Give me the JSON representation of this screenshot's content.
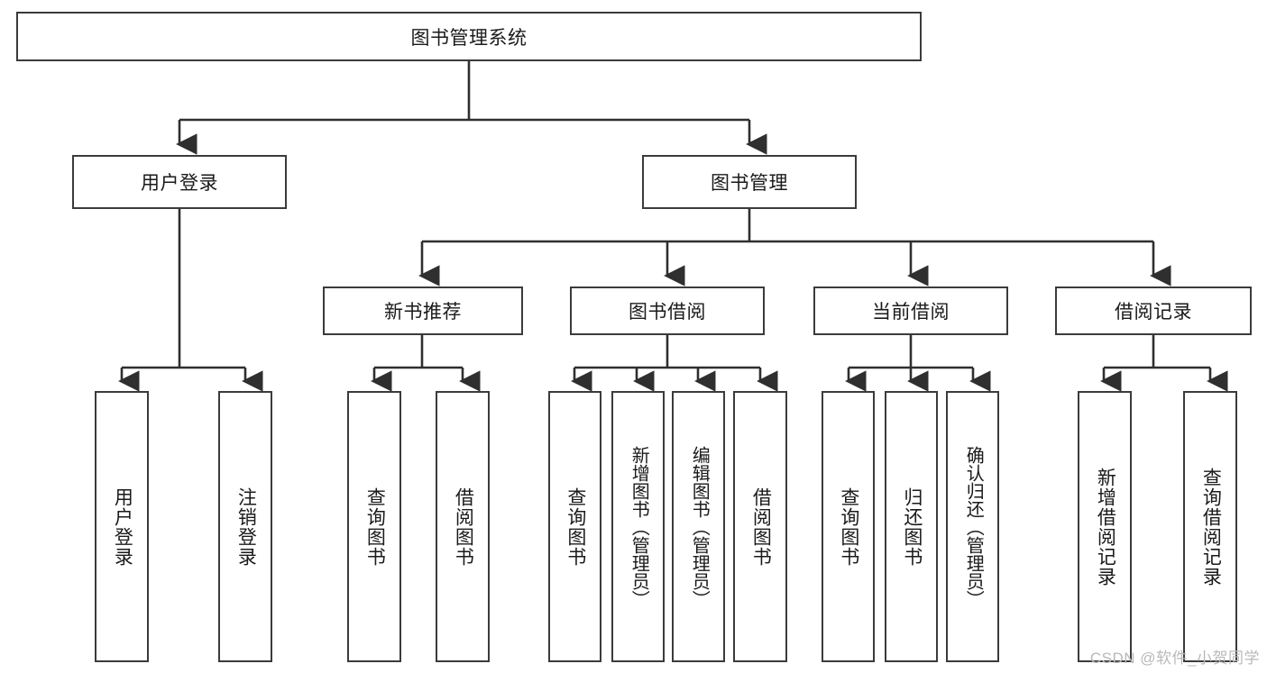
{
  "diagram": {
    "type": "tree",
    "title": "图书管理系统",
    "watermark": "CSDN @软件_小贺同学",
    "colors": {
      "box_stroke": "#3b3b3b",
      "box_fill": "#ffffff",
      "connector": "#2f2f2f",
      "text": "#1a1a1a",
      "watermark": "#b9b9b9"
    },
    "nodes": {
      "root": {
        "label": "图书管理系统"
      },
      "level2": [
        {
          "label": "用户登录"
        },
        {
          "label": "图书管理"
        }
      ],
      "level3": [
        {
          "label": "新书推荐"
        },
        {
          "label": "图书借阅"
        },
        {
          "label": "当前借阅"
        },
        {
          "label": "借阅记录"
        }
      ],
      "login_children": [
        {
          "label": "用户登录"
        },
        {
          "label": "注销登录"
        }
      ],
      "recommend_children": [
        {
          "label": "查询图书"
        },
        {
          "label": "借阅图书"
        }
      ],
      "borrow_children": [
        {
          "label": "查询图书"
        },
        {
          "label": "新增图书（管理员）"
        },
        {
          "label": "编辑图书（管理员）"
        },
        {
          "label": "借阅图书"
        }
      ],
      "current_children": [
        {
          "label": "查询图书"
        },
        {
          "label": "归还图书"
        },
        {
          "label": "确认归还（管理员）"
        }
      ],
      "record_children": [
        {
          "label": "新增借阅记录"
        },
        {
          "label": "查询借阅记录"
        }
      ]
    }
  }
}
